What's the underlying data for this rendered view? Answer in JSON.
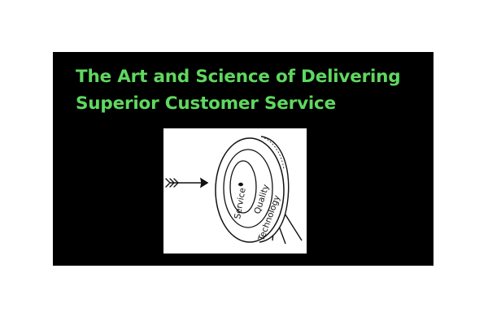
{
  "slide": {
    "background": "#000000",
    "title_color": "#5fd85f",
    "title_lines": [
      "The Art and Science of Delivering",
      "Superior Customer Service"
    ]
  },
  "figure": {
    "background": "#ffffff",
    "ring_labels": {
      "inner": "Service",
      "middle": "Quality",
      "outer": "Technology"
    },
    "icons": [
      "target-icon",
      "arrow-icon"
    ]
  }
}
